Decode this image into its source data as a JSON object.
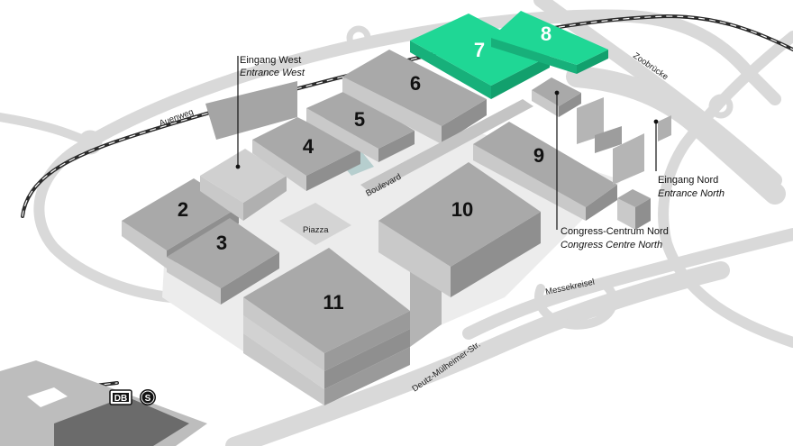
{
  "colors": {
    "hall_top": "#a9a9a9",
    "hall_side": "#c9c9c9",
    "hall_front": "#8f8f8f",
    "highlight": "#1fd795",
    "highlight_side": "#17b07a",
    "road": "#d7d7d7",
    "rail": "#2b2b2b"
  },
  "halls": [
    {
      "id": "2",
      "label": "2",
      "highlighted": false
    },
    {
      "id": "3",
      "label": "3",
      "highlighted": false
    },
    {
      "id": "4",
      "label": "4",
      "highlighted": false
    },
    {
      "id": "5",
      "label": "5",
      "highlighted": false
    },
    {
      "id": "6",
      "label": "6",
      "highlighted": false
    },
    {
      "id": "7",
      "label": "7",
      "highlighted": true
    },
    {
      "id": "8",
      "label": "8",
      "highlighted": true
    },
    {
      "id": "9",
      "label": "9",
      "highlighted": false
    },
    {
      "id": "10",
      "label": "10",
      "highlighted": false
    },
    {
      "id": "11",
      "label": "11",
      "highlighted": false
    }
  ],
  "streets": {
    "auenweg": "Auenweg",
    "zoobruecke": "Zoobrücke",
    "boulevard": "Boulevard",
    "piazza": "Piazza",
    "messekreisel": "Messekreisel",
    "deutz": "Deutz-Mülheimer-Str."
  },
  "entrances": {
    "west_de": "Eingang West",
    "west_en": "Entrance West",
    "north_de": "Eingang Nord",
    "north_en": "Entrance North",
    "congress_de": "Congress-Centrum Nord",
    "congress_en": "Congress Centre North"
  },
  "transit": {
    "db": "DB",
    "sbahn": "S"
  }
}
